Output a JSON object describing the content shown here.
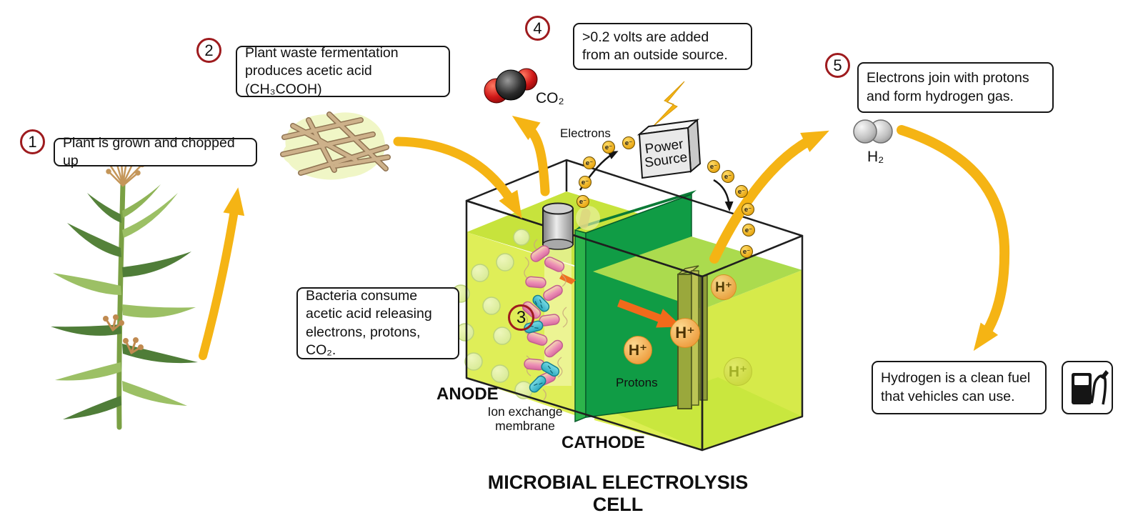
{
  "title": "MICROBIAL ELECTROLYSIS CELL",
  "steps": [
    {
      "num": "1",
      "text": "Plant is grown and chopped up"
    },
    {
      "num": "2",
      "text": "Plant waste fermentation\nproduces acetic acid (CH₃COOH)"
    },
    {
      "num": "3",
      "text": "Bacteria consume\nacetic acid releasing\nelectrons, protons, CO₂."
    },
    {
      "num": "4",
      "text": ">0.2 volts are added\nfrom an outside source."
    },
    {
      "num": "5",
      "text": "Electrons join with protons\nand form hydrogen gas."
    }
  ],
  "outcome": {
    "text": "Hydrogen is a clean fuel\nthat vehicles can use."
  },
  "cell": {
    "anode_label": "ANODE",
    "cathode_label": "CATHODE",
    "membrane_label": "Ion exchange\nmembrane",
    "protons_label": "Protons",
    "electrons_label": "Electrons",
    "power_source_label": "Power\nSource"
  },
  "molecules": {
    "co2": "CO₂",
    "h2": "H₂"
  },
  "tokens": {
    "electron": "e⁻",
    "proton": "H⁺"
  },
  "colors": {
    "arrow_gold": "#F5B414",
    "step_ring_red": "#9E1B1E",
    "membrane_green": "#109C45",
    "anode_liquid": "#DFEE58",
    "cathode_liquid": "#DCEE52",
    "proton_orange": "#EE9D3F",
    "transfer_arrow_orange": "#F26A1B",
    "electron_gold": "#E8A714"
  }
}
